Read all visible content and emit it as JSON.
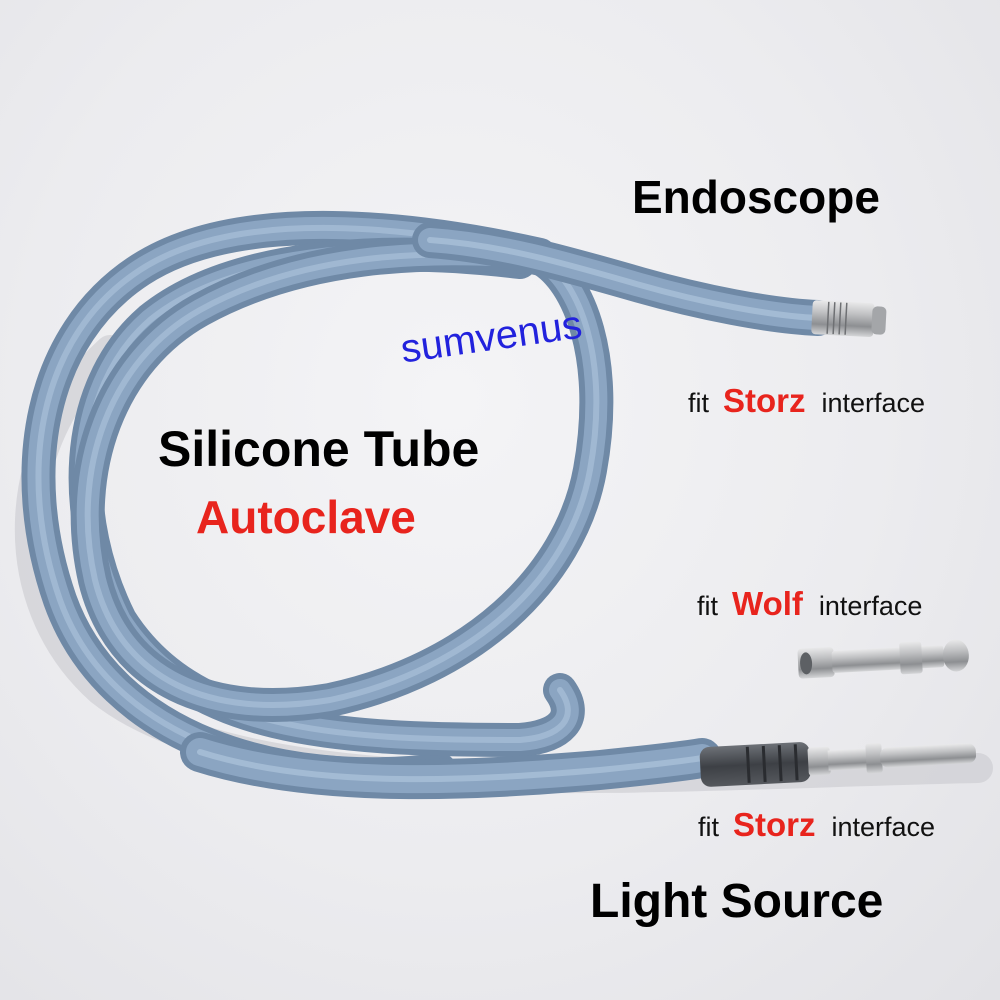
{
  "labels": {
    "endoscope": "Endoscope",
    "silicone_tube": "Silicone Tube",
    "autoclave": "Autoclave",
    "light_source": "Light Source",
    "watermark": "sumvenus"
  },
  "interfaces": [
    {
      "prefix": "fit",
      "brand": "Storz",
      "suffix": "interface"
    },
    {
      "prefix": "fit",
      "brand": "Wolf",
      "suffix": "interface"
    },
    {
      "prefix": "fit",
      "brand": "Storz",
      "suffix": "interface"
    }
  ],
  "colors": {
    "cable": "#7f9ab8",
    "highlight_text": "#e8241d",
    "watermark": "#2222dd"
  }
}
